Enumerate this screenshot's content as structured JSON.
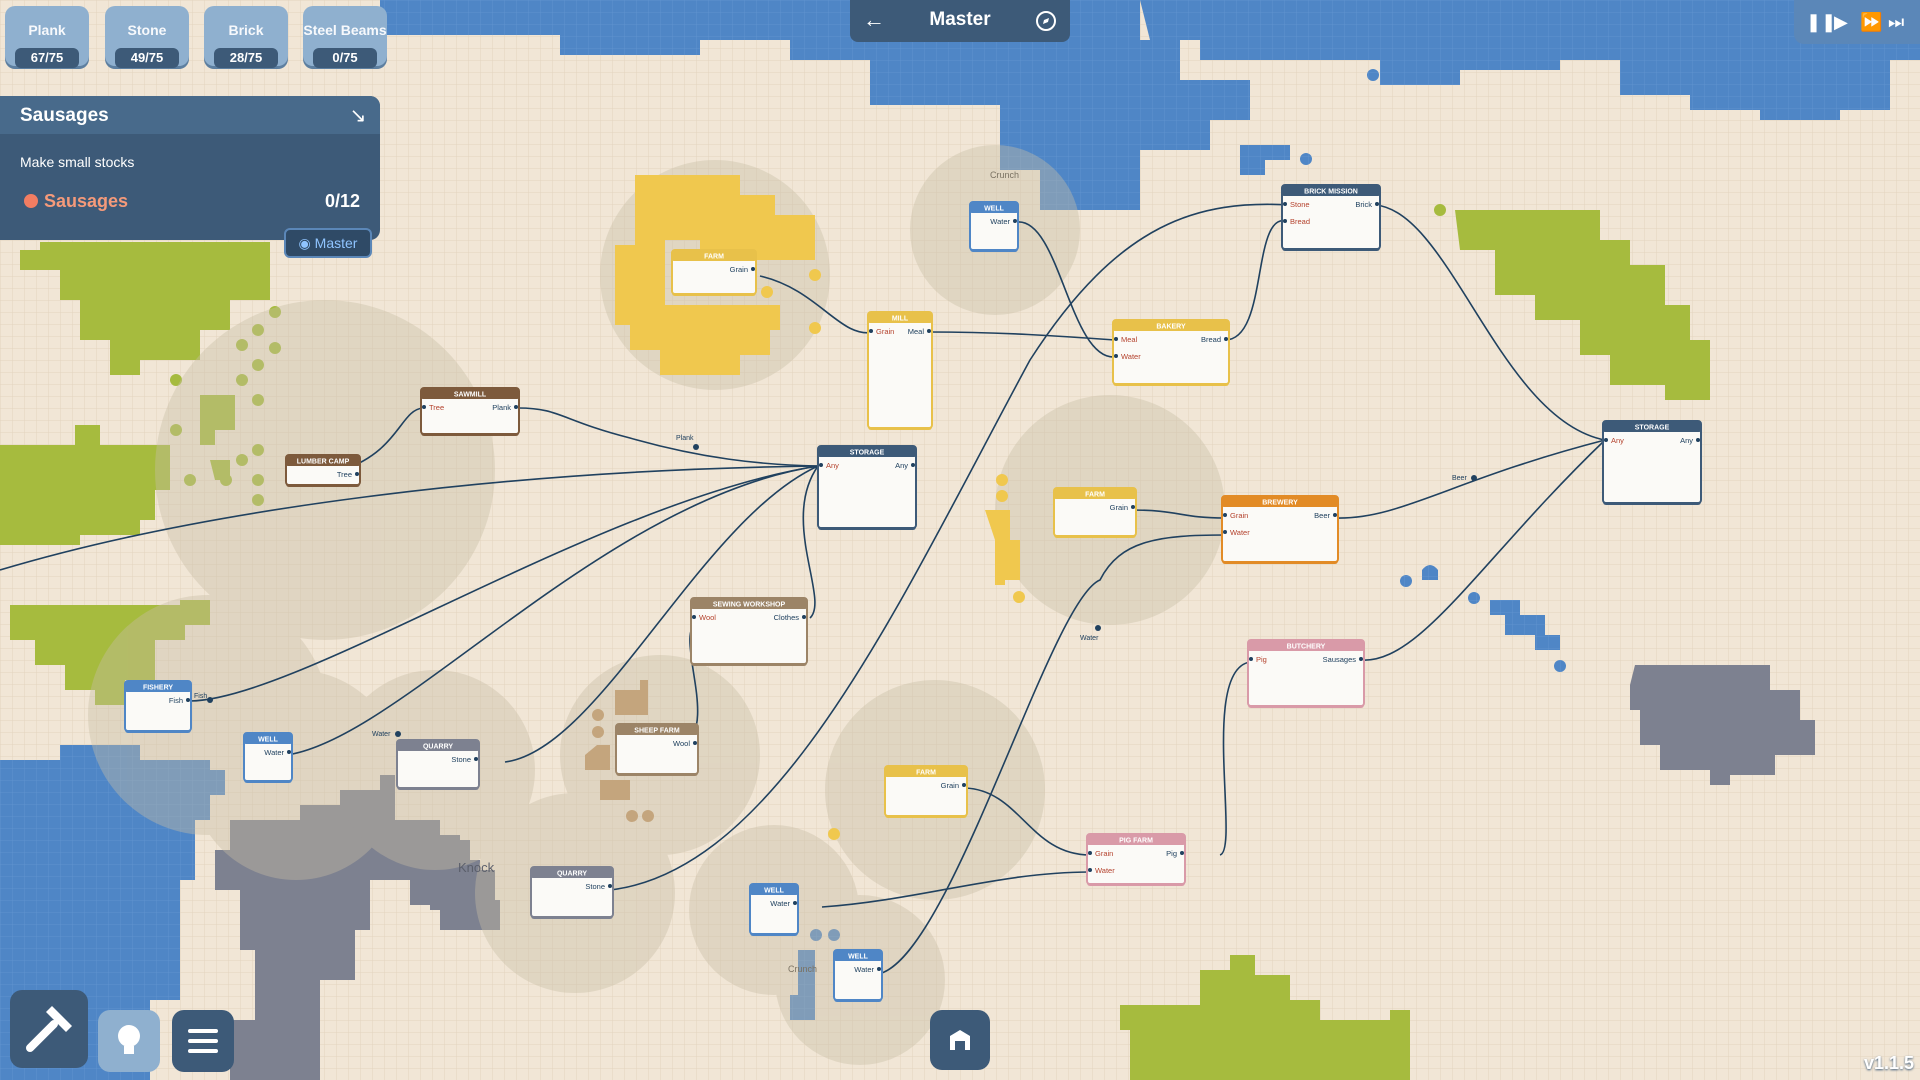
{
  "title": "Master",
  "resources": [
    {
      "name": "Plank",
      "count": "67/75"
    },
    {
      "name": "Stone",
      "count": "49/75"
    },
    {
      "name": "Brick",
      "count": "28/75"
    },
    {
      "name": "Steel Beams",
      "count": "0/75"
    }
  ],
  "goal_panel": {
    "title": "Sausages",
    "objective": "Make small stocks",
    "goal_item": "Sausages",
    "goal_count": "0/12",
    "location": "Master"
  },
  "version": "v1.1.5",
  "map_labels": {
    "crunch1": "Crunch",
    "crunch2": "Crunch",
    "knock": "Knock"
  },
  "link_labels": {
    "plank": "Plank",
    "fish": "Fish",
    "water1": "Water",
    "water2": "Water",
    "beer": "Beer"
  },
  "colors": {
    "water": "#4f86c6",
    "grass": "#a6bb3e",
    "sand": "#f1e6d6",
    "rock": "#7d8190",
    "panel": "#3d5a78",
    "storage": "#3d5a78",
    "well": "#4f86c6",
    "farm": "#e8c14a",
    "sawmill": "#7d5a3c",
    "brewery": "#e28b26",
    "pig": "#d99aa8",
    "sheep": "#9c8467"
  },
  "buildings": [
    {
      "id": "farm1",
      "name": "FARM",
      "color": "#e8c14a",
      "inputs": [],
      "outputs": [
        "Grain"
      ]
    },
    {
      "id": "mill",
      "name": "MILL",
      "color": "#e8c14a",
      "inputs": [
        "Grain"
      ],
      "outputs": [
        "Meal"
      ]
    },
    {
      "id": "well1",
      "name": "WELL",
      "color": "#4f86c6",
      "inputs": [],
      "outputs": [
        "Water"
      ]
    },
    {
      "id": "brickmission",
      "name": "BRICK MISSION",
      "color": "#3d5a78",
      "inputs": [
        "Stone",
        "Bread"
      ],
      "outputs": [
        "Brick"
      ]
    },
    {
      "id": "bakery",
      "name": "BAKERY",
      "color": "#e8c14a",
      "inputs": [
        "Meal",
        "Water"
      ],
      "outputs": [
        "Bread"
      ]
    },
    {
      "id": "sawmill",
      "name": "SAWMILL",
      "color": "#7d5a3c",
      "inputs": [
        "Tree"
      ],
      "outputs": [
        "Plank"
      ]
    },
    {
      "id": "lumbercamp",
      "name": "LUMBER CAMP",
      "color": "#7d5a3c",
      "inputs": [],
      "outputs": [
        "Tree"
      ]
    },
    {
      "id": "storage1",
      "name": "STORAGE",
      "color": "#3d5a78",
      "inputs": [
        "Any"
      ],
      "outputs": [
        "Any"
      ]
    },
    {
      "id": "storage2",
      "name": "STORAGE",
      "color": "#3d5a78",
      "inputs": [
        "Any"
      ],
      "outputs": [
        "Any"
      ]
    },
    {
      "id": "farm2",
      "name": "FARM",
      "color": "#e8c14a",
      "inputs": [],
      "outputs": [
        "Grain"
      ]
    },
    {
      "id": "brewery",
      "name": "BREWERY",
      "color": "#e28b26",
      "inputs": [
        "Grain",
        "Water"
      ],
      "outputs": [
        "Beer"
      ]
    },
    {
      "id": "sewing",
      "name": "SEWING WORKSHOP",
      "color": "#9c8467",
      "inputs": [
        "Wool"
      ],
      "outputs": [
        "Clothes"
      ]
    },
    {
      "id": "butchery",
      "name": "BUTCHERY",
      "color": "#d99aa8",
      "inputs": [
        "Pig"
      ],
      "outputs": [
        "Sausages"
      ]
    },
    {
      "id": "fishery",
      "name": "FISHERY",
      "color": "#4f86c6",
      "inputs": [],
      "outputs": [
        "Fish"
      ]
    },
    {
      "id": "well2",
      "name": "WELL",
      "color": "#4f86c6",
      "inputs": [],
      "outputs": [
        "Water"
      ]
    },
    {
      "id": "quarry1",
      "name": "QUARRY",
      "color": "#7d8190",
      "inputs": [],
      "outputs": [
        "Stone"
      ]
    },
    {
      "id": "sheepfarm",
      "name": "SHEEP FARM",
      "color": "#9c8467",
      "inputs": [],
      "outputs": [
        "Wool"
      ]
    },
    {
      "id": "farm3",
      "name": "FARM",
      "color": "#e8c14a",
      "inputs": [],
      "outputs": [
        "Grain"
      ]
    },
    {
      "id": "pigfarm",
      "name": "PIG FARM",
      "color": "#d99aa8",
      "inputs": [
        "Grain",
        "Water"
      ],
      "outputs": [
        "Pig"
      ]
    },
    {
      "id": "quarry2",
      "name": "QUARRY",
      "color": "#7d8190",
      "inputs": [],
      "outputs": [
        "Stone"
      ]
    },
    {
      "id": "well3",
      "name": "WELL",
      "color": "#4f86c6",
      "inputs": [],
      "outputs": [
        "Water"
      ]
    },
    {
      "id": "well4",
      "name": "WELL",
      "color": "#4f86c6",
      "inputs": [],
      "outputs": [
        "Water"
      ]
    }
  ]
}
